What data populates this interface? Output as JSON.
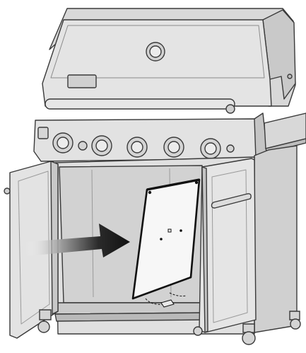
{
  "figure": {
    "subject": "grill-cabinet-panel-install",
    "icons": {
      "arrow": "install-direction-arrow",
      "panel": "cabinet-panel",
      "grill": "gas-grill"
    }
  },
  "colors": {
    "background": "#ffffff",
    "body_fill": "#dcdcdc",
    "body_fill_light": "#e9e9e9",
    "body_fill_dark": "#c6c6c6",
    "outline": "#3a3a3a",
    "panel_fill": "#f7f7f7",
    "panel_edge": "#111111",
    "arrow_dark": "#111111"
  }
}
